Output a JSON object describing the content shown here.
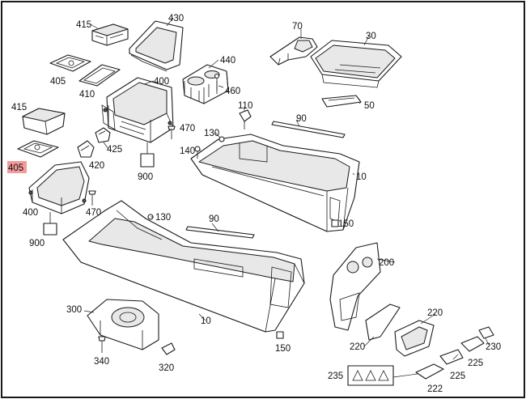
{
  "colors": {
    "border": "#1a1a1a",
    "highlight": "#f39a9a",
    "background": "#ffffff"
  },
  "callouts": {
    "c415a": "415",
    "c430": "430",
    "c70": "70",
    "c30": "30",
    "c405a": "405",
    "c410": "410",
    "c440": "440",
    "c400a": "400",
    "c460": "460",
    "c50": "50",
    "c415b": "415",
    "c110": "110",
    "c90a": "90",
    "c470a": "470",
    "c130a": "130",
    "c425": "425",
    "c140": "140",
    "c405b": "405",
    "c420": "420",
    "c900a": "900",
    "c10a": "10",
    "c400b": "400",
    "c470b": "470",
    "c130b": "130",
    "c150a": "150",
    "c90b": "90",
    "c900b": "900",
    "c200": "200",
    "c300": "300",
    "c220a": "220",
    "c10b": "10",
    "c220b": "220",
    "c230": "230",
    "c340": "340",
    "c150b": "150",
    "c225a": "225",
    "c320": "320",
    "c235": "235",
    "c225b": "225",
    "c222": "222"
  },
  "highlighted_callout": "405"
}
